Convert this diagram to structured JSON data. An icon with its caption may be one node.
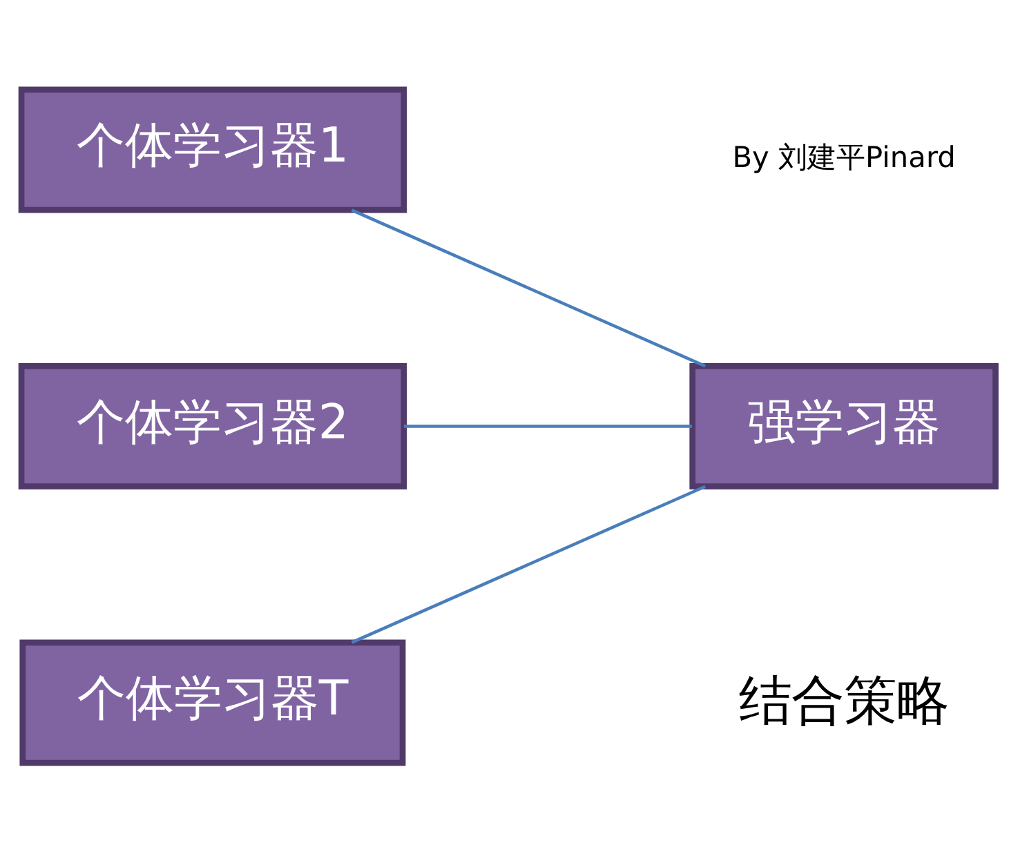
{
  "diagram": {
    "nodes": [
      {
        "text": [
          "个体学习器1"
        ]
      },
      {
        "text": [
          "个体学习器2"
        ]
      },
      {
        "text": [
          "个体学习器T"
        ]
      },
      {
        "text": [
          "强学习器"
        ]
      }
    ],
    "edges": [
      {
        "from": 0,
        "to": 3,
        "arrow": "none"
      },
      {
        "from": 1,
        "to": 3,
        "arrow": "none"
      },
      {
        "from": 2,
        "to": 3,
        "arrow": "none"
      }
    ],
    "labels": [
      "结合策略",
      "By 刘建平Pinard"
    ]
  }
}
